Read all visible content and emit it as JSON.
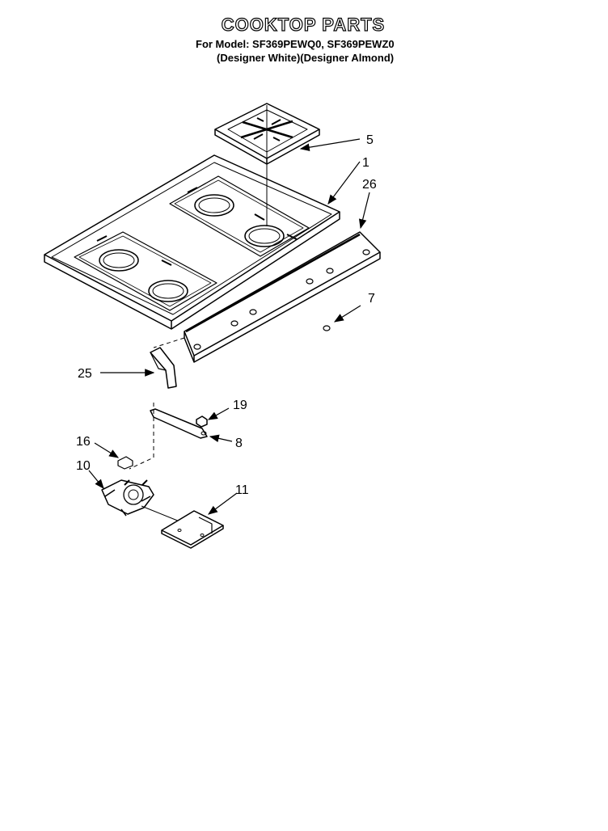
{
  "header": {
    "title": "COOKTOP PARTS",
    "model_line": "For Model: SF369PEWQ0, SF369PEWZ0",
    "color_line": "(Designer White)(Designer Almond)"
  },
  "callouts": {
    "grate": "5",
    "cooktop": "1",
    "rail": "26",
    "screw": "7",
    "bracket": "25",
    "clip": "19",
    "electrode": "8",
    "nut": "16",
    "valve": "10",
    "shield": "11"
  }
}
